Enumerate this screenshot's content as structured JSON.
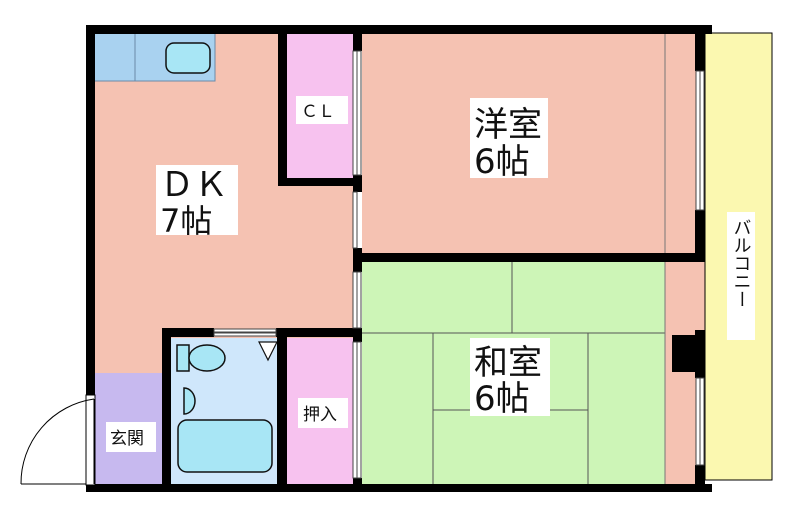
{
  "rooms": {
    "dk": {
      "line1": "ＤＫ",
      "line2": "7帖"
    },
    "western": {
      "line1": "洋室",
      "line2": "6帖"
    },
    "japanese": {
      "line1": "和室",
      "line2": "6帖"
    },
    "closet": "ＣＬ",
    "oshiire": "押入",
    "entrance": "玄関",
    "balcony": "バルコニー"
  },
  "colors": {
    "wall": "#000000",
    "dk_floor": "#f5c2b2",
    "western_floor": "#f5c2b2",
    "tatami": "#cdf5b7",
    "storage": "#f7c2ef",
    "entrance": "#c7b9ef",
    "bath": "#cfe7fb",
    "balcony": "#fbf8b0",
    "kitchen_counter": "#a9d2f0"
  }
}
